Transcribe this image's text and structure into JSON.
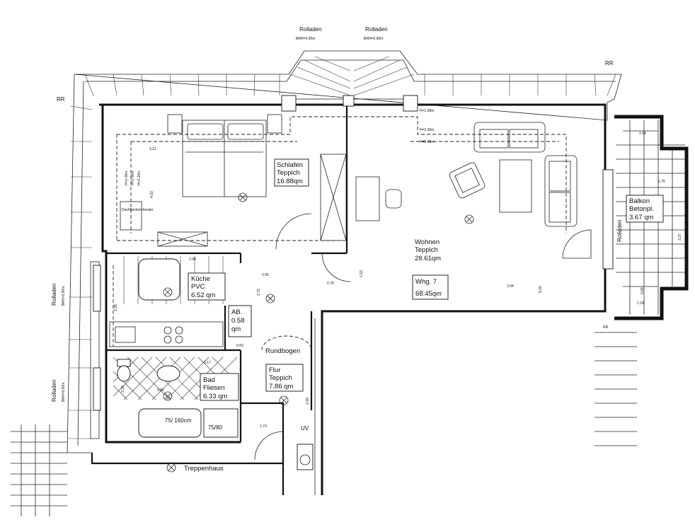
{
  "rooms": {
    "schlafen": {
      "name": "Schlafen",
      "floor": "Teppich",
      "area": "16.88qm"
    },
    "wohnen": {
      "name": "Wohnen",
      "floor": "Teppich",
      "area": "28.61qm"
    },
    "kueche": {
      "name": "Küche",
      "floor": "PVC",
      "area": "6.52 qm"
    },
    "ab": {
      "name": "AB.",
      "area1": "0.58",
      "area2": "qm"
    },
    "bad": {
      "name": "Bad",
      "floor": "Fliesen",
      "area": "6.33 qm"
    },
    "flur": {
      "name": "Flur",
      "floor": "Teppich",
      "area": "7.86 qm"
    },
    "balkon": {
      "name": "Balkon",
      "floor": "Betonpl.",
      "area": "3.67 qm"
    }
  },
  "unit": {
    "name": "Whg. 7",
    "area": "68.45qm"
  },
  "labels": {
    "rolladen": "Rolladen",
    "rolladen_brh_top_left": "BRH=0.90m",
    "rolladen_brh_top_right": "BRH=0.90m",
    "rolladen_brh_left_a": "BRH=0.90m",
    "rolladen_brh_left_b": "BRH=0.90m",
    "rr": "RR",
    "rundbogen": "Rundbogen",
    "treppenhaus": "Treppenhaus",
    "uv": "UV",
    "bathtub": "75/ 160cm",
    "shower": "75/80",
    "dachflaechenfenster": "Dachflächen-fenster"
  },
  "dimensions": {
    "h100": "H=1.00m",
    "h200": "H=2.00m",
    "h220": "H=2.20m",
    "h100_left": "H=1.00m",
    "h200_left": "H=2.00m",
    "h220_left": "H=2.20m",
    "d321": "3.21",
    "d403": "4.03",
    "d294": "2.94",
    "d205": "2.05",
    "d078": "0.78",
    "d153": "1.53",
    "d394": "3.94",
    "d500": "5.00",
    "d118a": "1.18",
    "d175": "1.75",
    "d337": "3.37",
    "d068": "0.68",
    "d118b": "1.18",
    "d317": "3.17",
    "d060": "0.60",
    "d086": "0.86",
    "d226": "2.26",
    "d173": "1.73",
    "d249": "2.49",
    "d275": "2.75",
    "d229": "2.29"
  }
}
